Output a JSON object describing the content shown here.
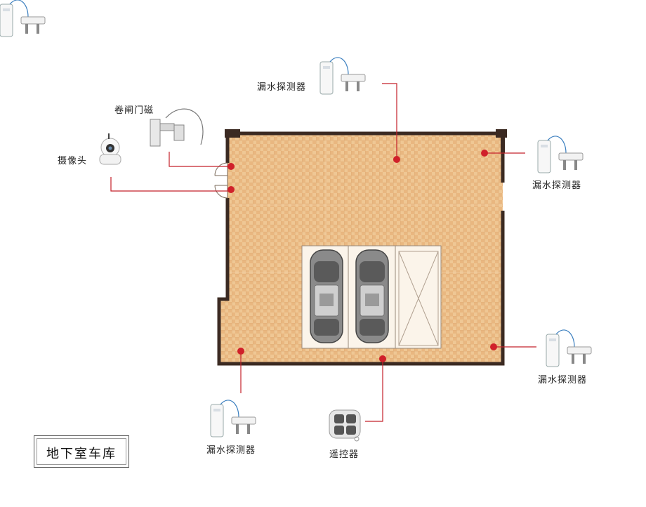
{
  "title": "地下室车库",
  "labels": {
    "camera": "摄像头",
    "door_sensor": "卷闸门磁",
    "water_top": "漏水探测器",
    "water_right_top": "漏水探测器",
    "water_right_bottom": "漏水探测器",
    "water_bottom_left": "漏水探测器",
    "remote": "遥控器"
  },
  "colors": {
    "floor": "#e8b77f",
    "wall": "#3b2a22",
    "marker": "#d0202a",
    "leader": "#c4202a"
  }
}
